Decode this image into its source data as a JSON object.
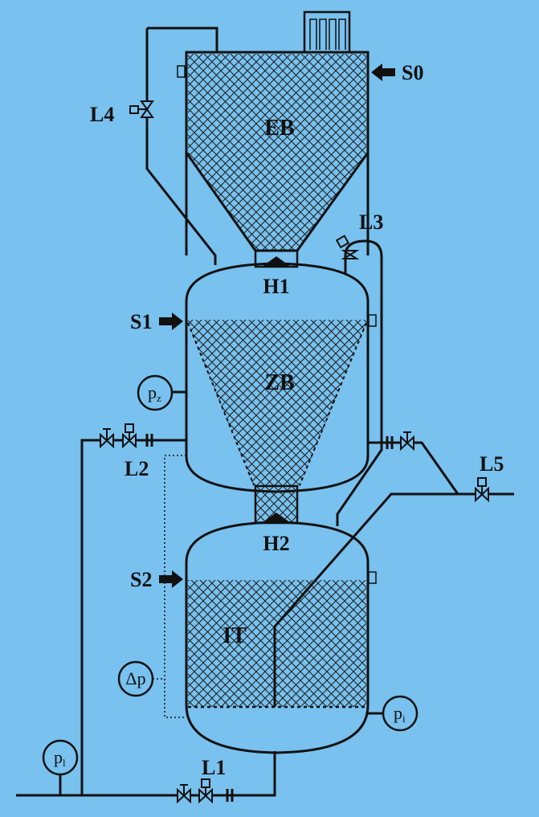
{
  "vessels": {
    "eb": "EB",
    "zb": "ZB",
    "it": "IT"
  },
  "feeds": {
    "s0": "S0",
    "s1": "S1",
    "s2": "S2"
  },
  "lines": {
    "l1": "L1",
    "l2": "L2",
    "l3": "L3",
    "l4": "L4",
    "l5": "L5"
  },
  "valves_h": {
    "h1": "H1",
    "h2": "H2"
  },
  "gauges": {
    "pz_main": "p",
    "pz_sub": "z",
    "pi_main": "p",
    "pi_sub": "i",
    "pl_main": "p",
    "pl_sub": "l",
    "dp": "Δp"
  },
  "colors": {
    "background": "#79c1ee",
    "line": "#111111"
  }
}
